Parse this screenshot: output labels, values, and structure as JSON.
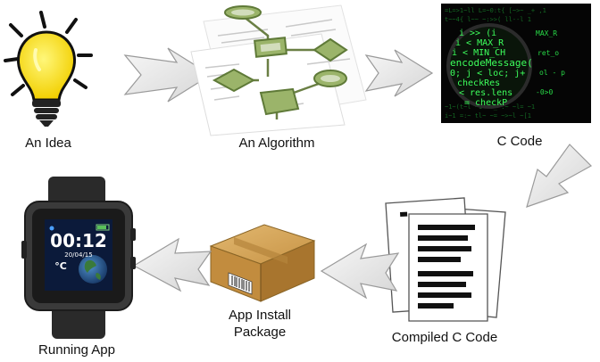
{
  "diagram": {
    "steps": [
      {
        "id": "idea",
        "label": "An Idea",
        "icon": "lightbulb-icon"
      },
      {
        "id": "algorithm",
        "label": "An Algorithm",
        "icon": "flowchart-icon"
      },
      {
        "id": "c_code",
        "label": "C Code",
        "icon": "code-screen-icon"
      },
      {
        "id": "compiled",
        "label": "Compiled C Code",
        "icon": "documents-icon"
      },
      {
        "id": "package",
        "label_line1": "App Install",
        "label_line2": "Package",
        "icon": "box-icon"
      },
      {
        "id": "running",
        "label": "Running App",
        "icon": "smartwatch-icon"
      }
    ],
    "watch_screen": {
      "time": "00:12",
      "date": "20/04/15",
      "temp": "°C"
    },
    "code_screen_lines": [
      "i >> (i",
      "i < MAX_R",
      "i < MIN_CH",
      "encodeMessage(",
      "0; j < loc; j+",
      "checkRes",
      "< res.lens",
      "= checkP"
    ],
    "colors": {
      "bulb": "#f5d800",
      "code_bg": "#0a0a0a",
      "code_text": "#27e04a",
      "flow_green": "#8aa65a",
      "box": "#c89a4a",
      "arrow": "#e8e8e8"
    }
  }
}
